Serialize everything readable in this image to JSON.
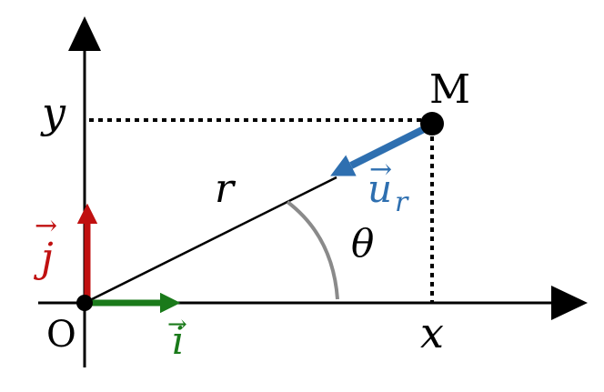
{
  "labels": {
    "point": "M",
    "origin": "O",
    "x_axis": "x",
    "y_axis": "y",
    "radius": "r",
    "angle": "θ",
    "i_vec": "i",
    "j_vec": "j",
    "u_vec": "u",
    "u_sub": "r",
    "arrow": "→"
  },
  "colors": {
    "axes": "#000000",
    "i_vector": "#1a7a1a",
    "j_vector": "#c01010",
    "u_vector": "#2e6fb0",
    "angle_arc": "#8a8a8a",
    "projection": "#000000"
  }
}
